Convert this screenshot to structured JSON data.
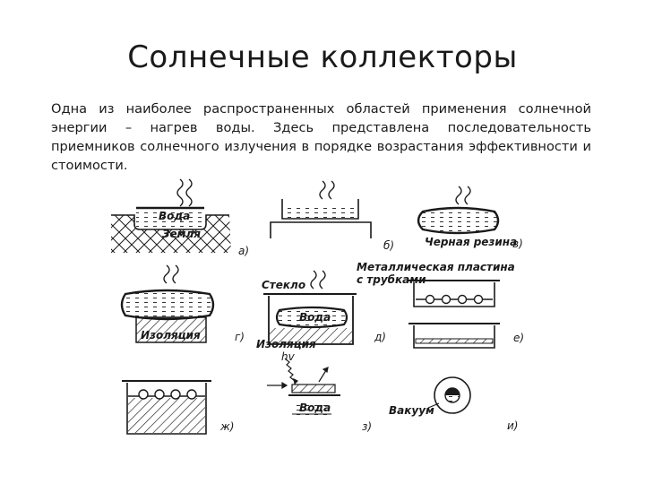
{
  "slide": {
    "title": "Солнечные коллекторы",
    "body": "Одна из наиболее распространенных областей применения солнечной энергии – нагрев воды. Здесь представлена последовательность приемников солнечного излучения в порядке возрастания эффективности и стоимости."
  },
  "figure": {
    "labels": {
      "voda": "Вода",
      "zemlya": "Земля",
      "chernaya_rezina": "Черная резина",
      "metal_line1": "Металлическая пластина",
      "metal_line2": "с трубками",
      "steklo": "Стекло",
      "izolyatsiya": "Изоляция",
      "hv": "hv",
      "vakuum": "Вакуум"
    },
    "panels": [
      "а)",
      "б)",
      "в)",
      "г)",
      "д)",
      "е)",
      "ж)",
      "з)",
      "и)"
    ]
  }
}
